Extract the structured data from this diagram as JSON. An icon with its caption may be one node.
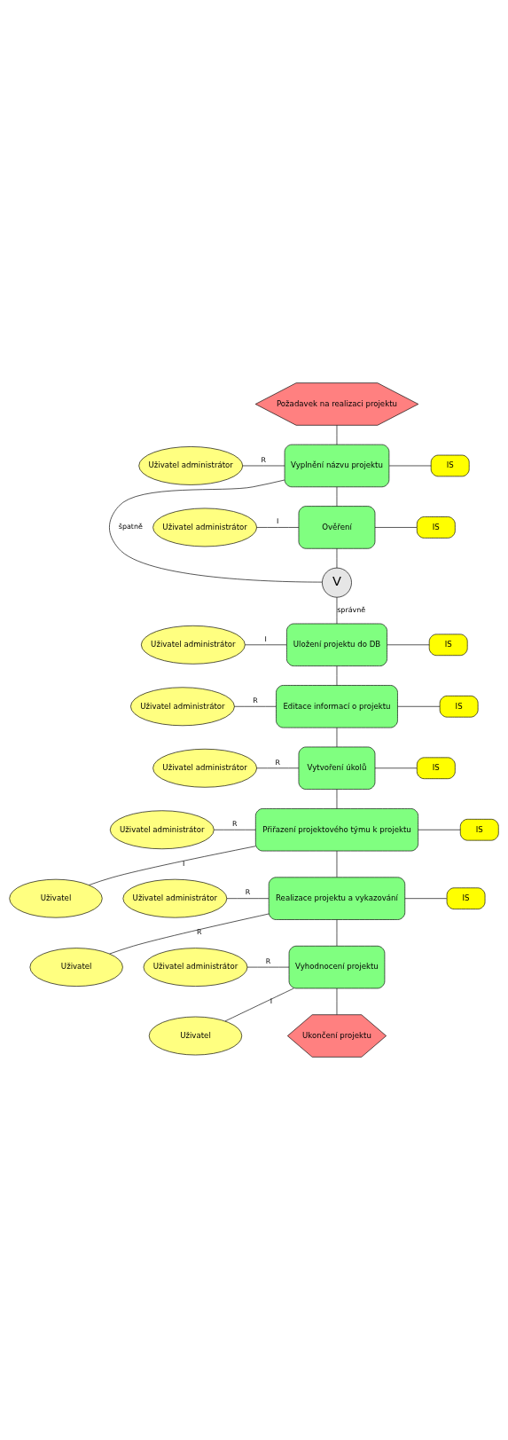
{
  "diagram": {
    "nodes": [
      {
        "text": [
          "Požadavek na realizaci projektu"
        ]
      },
      {
        "text": [
          "Uživatel administrátor"
        ]
      },
      {
        "text": [
          "Vyplnění názvu projektu"
        ]
      },
      {
        "text": [
          "IS"
        ]
      },
      {
        "text": [
          "Uživatel administrátor"
        ]
      },
      {
        "text": [
          "Ověření"
        ]
      },
      {
        "text": [
          "IS"
        ]
      },
      {
        "text": [
          "V"
        ]
      },
      {
        "text": [
          "Uživatel administrátor"
        ]
      },
      {
        "text": [
          "Uložení projektu do DB"
        ]
      },
      {
        "text": [
          "IS"
        ]
      },
      {
        "text": [
          "Uživatel administrátor"
        ]
      },
      {
        "text": [
          "Editace informací o projektu"
        ]
      },
      {
        "text": [
          "IS"
        ]
      },
      {
        "text": [
          "Uživatel administrátor"
        ]
      },
      {
        "text": [
          "Vytvoření úkolů"
        ]
      },
      {
        "text": [
          "IS"
        ]
      },
      {
        "text": [
          "Uživatel administrátor"
        ]
      },
      {
        "text": [
          "Přiřazení projektového týmu k projektu"
        ]
      },
      {
        "text": [
          "IS"
        ]
      },
      {
        "text": [
          "Uživatel"
        ]
      },
      {
        "text": [
          "Uživatel administrátor"
        ]
      },
      {
        "text": [
          "Realizace projektu a vykazování"
        ]
      },
      {
        "text": [
          "IS"
        ]
      },
      {
        "text": [
          "Uživatel"
        ]
      },
      {
        "text": [
          "Uživatel administrátor"
        ]
      },
      {
        "text": [
          "Vyhodnocení projektu"
        ]
      },
      {
        "text": [
          "Uživatel"
        ]
      },
      {
        "text": [
          "Ukončení projektu"
        ]
      }
    ],
    "edges": [
      {
        "from": 0,
        "to": 2,
        "arrow": "none"
      },
      {
        "from": 1,
        "to": 2,
        "arrow": "none",
        "label": "R"
      },
      {
        "from": 2,
        "to": 3,
        "arrow": "none"
      },
      {
        "from": 2,
        "to": 5,
        "arrow": "none"
      },
      {
        "from": 4,
        "to": 5,
        "arrow": "none",
        "label": "I"
      },
      {
        "from": 5,
        "to": 6,
        "arrow": "none"
      },
      {
        "from": 5,
        "to": 7,
        "arrow": "none"
      },
      {
        "from": 7,
        "to": 2,
        "arrow": "none",
        "label": "špatně"
      },
      {
        "from": 7,
        "to": 9,
        "arrow": "none",
        "label": "správně"
      },
      {
        "from": 8,
        "to": 9,
        "arrow": "none",
        "label": "I"
      },
      {
        "from": 9,
        "to": 10,
        "arrow": "none"
      },
      {
        "from": 9,
        "to": 12,
        "arrow": "none"
      },
      {
        "from": 11,
        "to": 12,
        "arrow": "none",
        "label": "R"
      },
      {
        "from": 12,
        "to": 13,
        "arrow": "none"
      },
      {
        "from": 12,
        "to": 15,
        "arrow": "none"
      },
      {
        "from": 14,
        "to": 15,
        "arrow": "none",
        "label": "R"
      },
      {
        "from": 15,
        "to": 16,
        "arrow": "none"
      },
      {
        "from": 15,
        "to": 18,
        "arrow": "none"
      },
      {
        "from": 17,
        "to": 18,
        "arrow": "none",
        "label": "R"
      },
      {
        "from": 20,
        "to": 18,
        "arrow": "none",
        "label": "I"
      },
      {
        "from": 18,
        "to": 19,
        "arrow": "none"
      },
      {
        "from": 18,
        "to": 22,
        "arrow": "none"
      },
      {
        "from": 21,
        "to": 22,
        "arrow": "none",
        "label": "R"
      },
      {
        "from": 24,
        "to": 22,
        "arrow": "none",
        "label": "R"
      },
      {
        "from": 22,
        "to": 23,
        "arrow": "none"
      },
      {
        "from": 22,
        "to": 26,
        "arrow": "none"
      },
      {
        "from": 25,
        "to": 26,
        "arrow": "none",
        "label": "R"
      },
      {
        "from": 27,
        "to": 26,
        "arrow": "none",
        "label": "I"
      },
      {
        "from": 26,
        "to": 28,
        "arrow": "none"
      }
    ]
  }
}
